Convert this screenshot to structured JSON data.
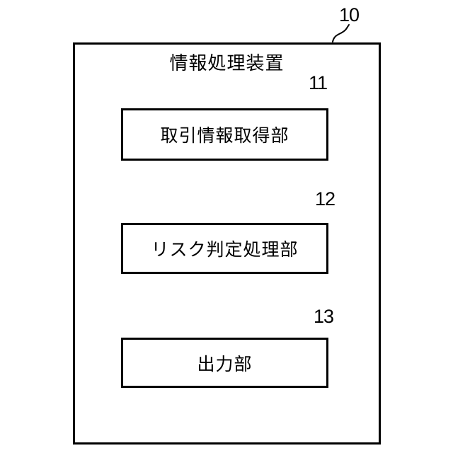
{
  "figure": {
    "device": {
      "ref": "10",
      "title": "情報処理装置"
    },
    "blocks": [
      {
        "ref": "11",
        "label": "取引情報取得部"
      },
      {
        "ref": "12",
        "label": "リスク判定処理部"
      },
      {
        "ref": "13",
        "label": "出力部"
      }
    ],
    "colors": {
      "line": "#000000",
      "background": "#ffffff"
    }
  }
}
